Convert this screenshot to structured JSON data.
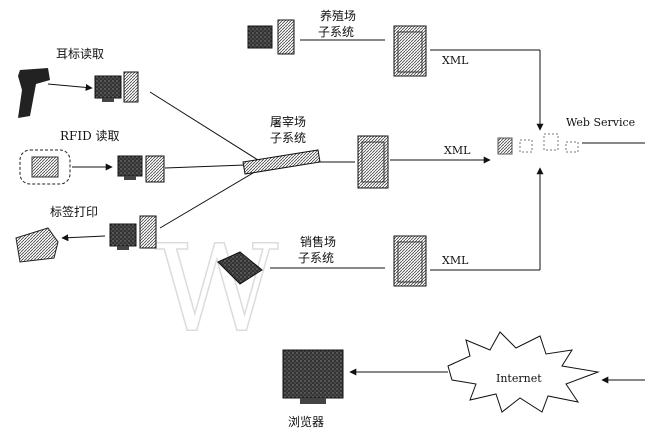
{
  "diagram": {
    "nodes": {
      "ear_tag_reader": {
        "label": "耳标读取"
      },
      "rfid_reader": {
        "label": "RFID 读取"
      },
      "label_printer": {
        "label": "标签打印"
      },
      "breeding_subsystem": {
        "label_line1": "养殖场",
        "label_line2": "子系统"
      },
      "slaughter_subsystem": {
        "label_line1": "屠宰场",
        "label_line2": "子系统"
      },
      "sales_subsystem": {
        "label_line1": "销售场",
        "label_line2": "子系统"
      },
      "web_service": {
        "label": "Web Service"
      },
      "internet": {
        "label": "Internet"
      },
      "browser": {
        "label": "浏览器"
      }
    },
    "edges": {
      "breeding_xml": "XML",
      "slaughter_xml": "XML",
      "sales_xml": "XML"
    },
    "watermark": "W"
  }
}
